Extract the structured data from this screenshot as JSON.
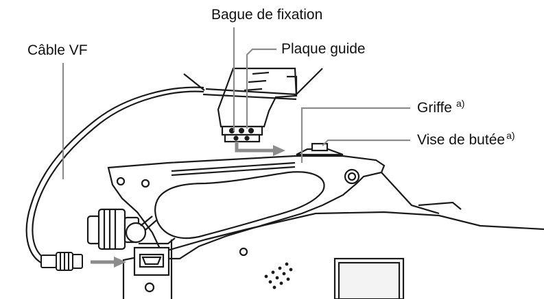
{
  "labels": {
    "cable_vf": "Câble VF",
    "bague": "Bague de fixation",
    "plaque": "Plaque guide",
    "griffe": "Griffe",
    "griffe_note": "a)",
    "vise": "Vise de butée",
    "vise_note": "a)"
  },
  "colors": {
    "line": "#1a1a1a",
    "leader": "#8c8c8c",
    "arrow": "#8c8c8c",
    "body_fill": "#ffffff",
    "shade": "#d9d9d9"
  }
}
